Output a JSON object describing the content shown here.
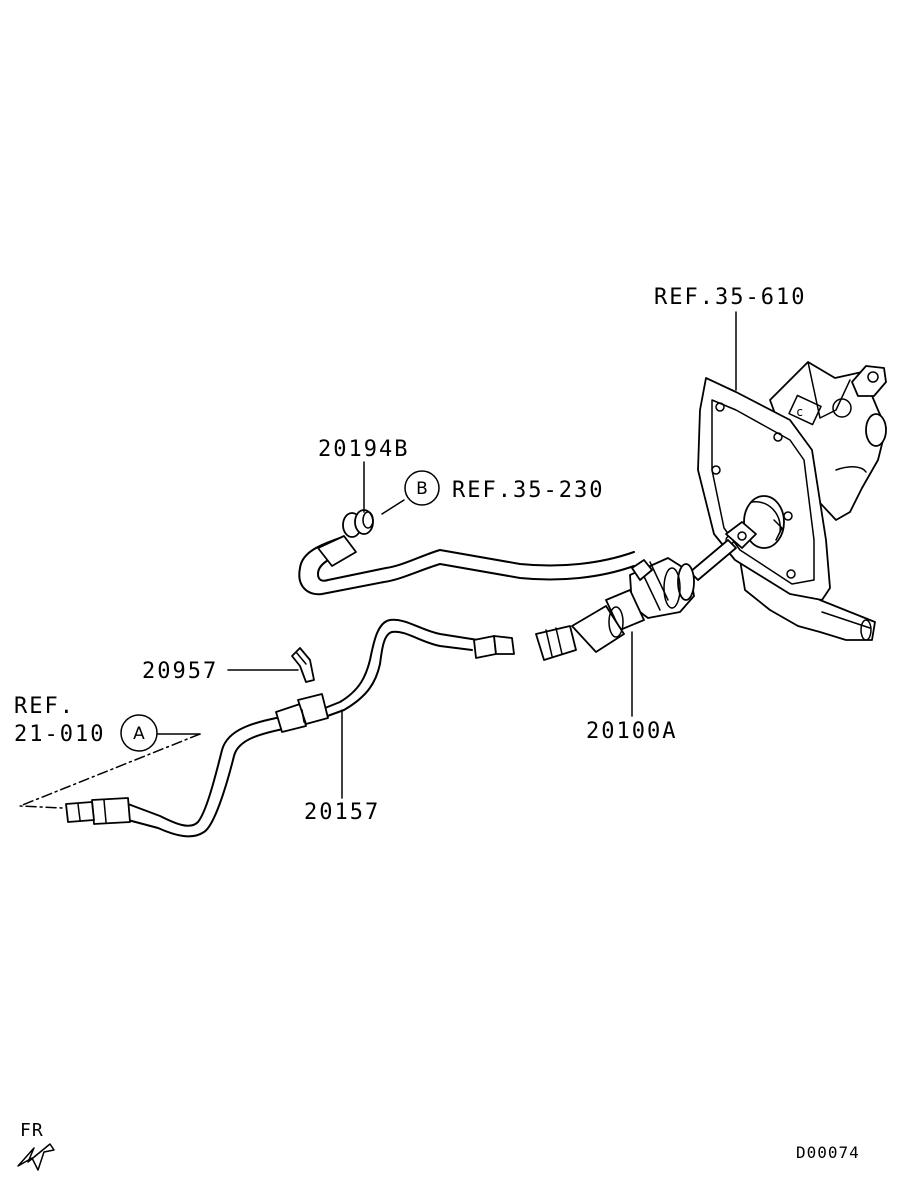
{
  "callouts": {
    "ref_35_610": "REF.35-610",
    "part_20194B": "20194B",
    "circle_b": "B",
    "ref_35_230": "REF.35-230",
    "part_20957": "20957",
    "ref_label": "REF.",
    "ref_21_010": "21-010",
    "circle_a": "A",
    "part_20157": "20157",
    "part_20100A": "20100A"
  },
  "footer": {
    "direction": "FR",
    "diagram_code": "D00074"
  }
}
